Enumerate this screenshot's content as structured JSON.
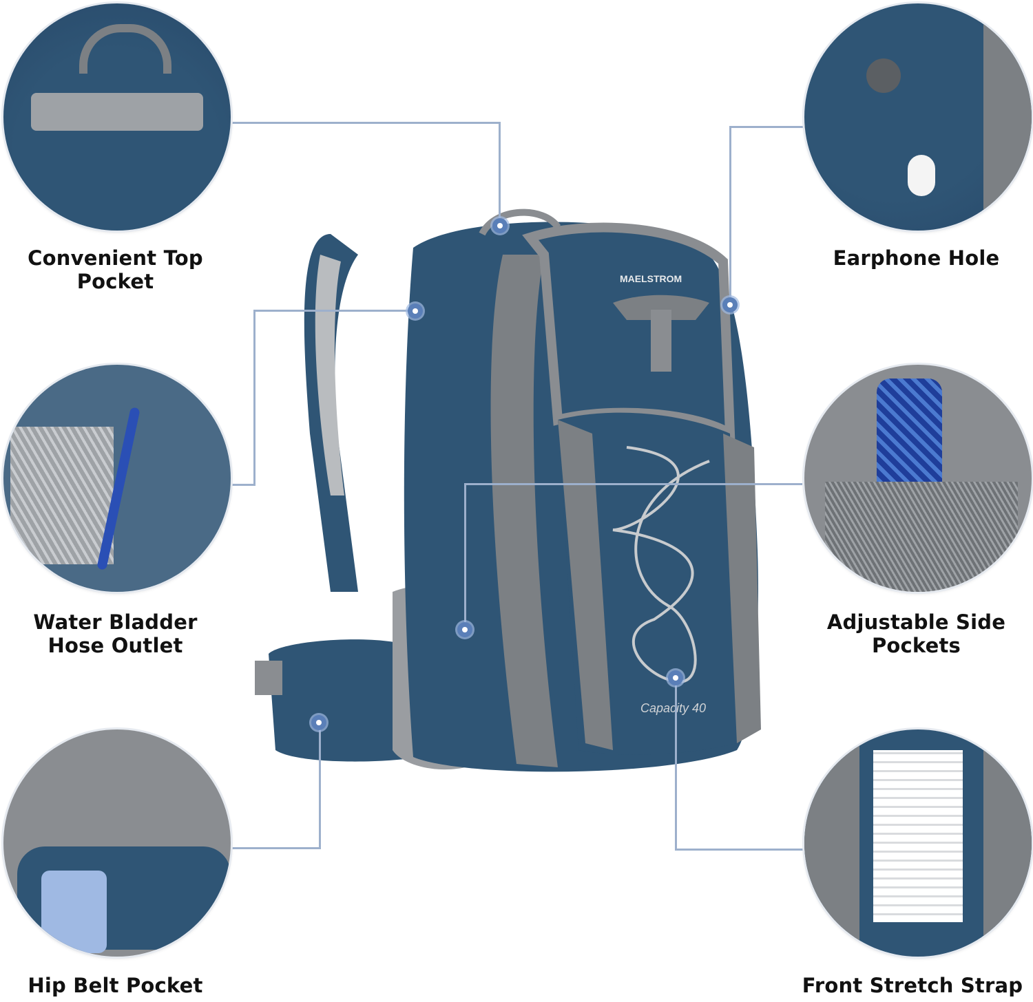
{
  "brand": {
    "logo_text": "MAELSTROM",
    "capacity_text": "Capacity 40"
  },
  "colors": {
    "pack_blue": "#2f5575",
    "pack_grey": "#8a8d91",
    "connector": "#9db0cc",
    "dot": "#5a7fb8",
    "text": "#111111"
  },
  "features": [
    {
      "id": "top-pocket",
      "label_line1": "Convenient Top",
      "label_line2": "Pocket"
    },
    {
      "id": "earphone-hole",
      "label_line1": "Earphone Hole",
      "label_line2": ""
    },
    {
      "id": "bladder-outlet",
      "label_line1": "Water Bladder",
      "label_line2": "Hose Outlet"
    },
    {
      "id": "side-pockets",
      "label_line1": "Adjustable Side",
      "label_line2": "Pockets"
    },
    {
      "id": "hip-belt-pocket",
      "label_line1": "Hip Belt Pocket",
      "label_line2": ""
    },
    {
      "id": "front-strap",
      "label_line1": "Front Stretch Strap",
      "label_line2": ""
    }
  ]
}
